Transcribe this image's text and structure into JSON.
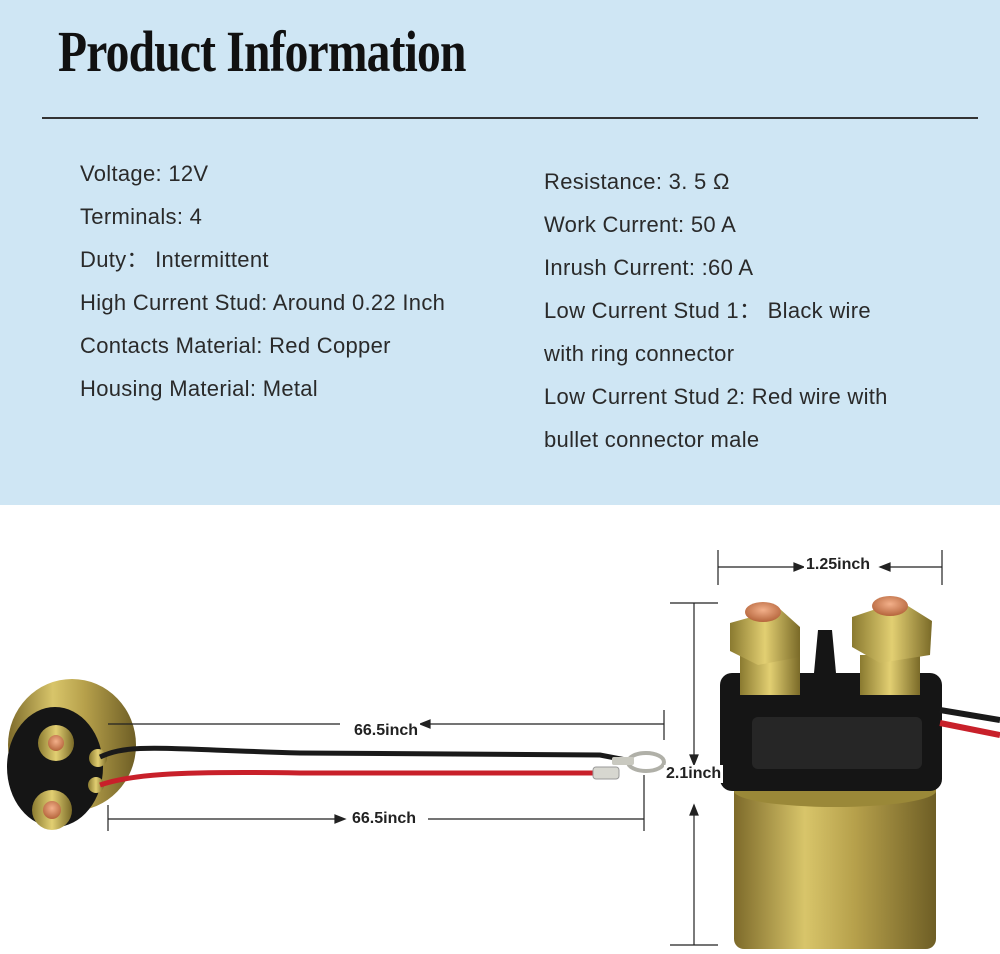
{
  "header": {
    "title": "Product Information"
  },
  "specs": {
    "left": [
      "Voltage: 12V",
      "Terminals: 4",
      "Duty：  Intermittent",
      "High Current Stud: Around 0.22 Inch",
      "Contacts Material: Red Copper",
      "Housing Material: Metal"
    ],
    "right": [
      "Resistance:  3. 5 Ω",
      "Work Current: 50 A",
      "Inrush Current: :60 A",
      "Low Current Stud 1： Black wire",
      "with ring connector",
      "Low Current Stud 2: Red wire with",
      "bullet connector male"
    ]
  },
  "dimensions": {
    "wire_length_black": "66.5inch",
    "wire_length_red": "66.5inch",
    "width": "1.25inch",
    "height": "2.1inch"
  },
  "colors": {
    "panel_background": "#cfe6f4",
    "wire_black": "#1a1a1a",
    "wire_red": "#c8202a",
    "housing_brass": "#b9a34a",
    "cap_black": "#151515"
  }
}
